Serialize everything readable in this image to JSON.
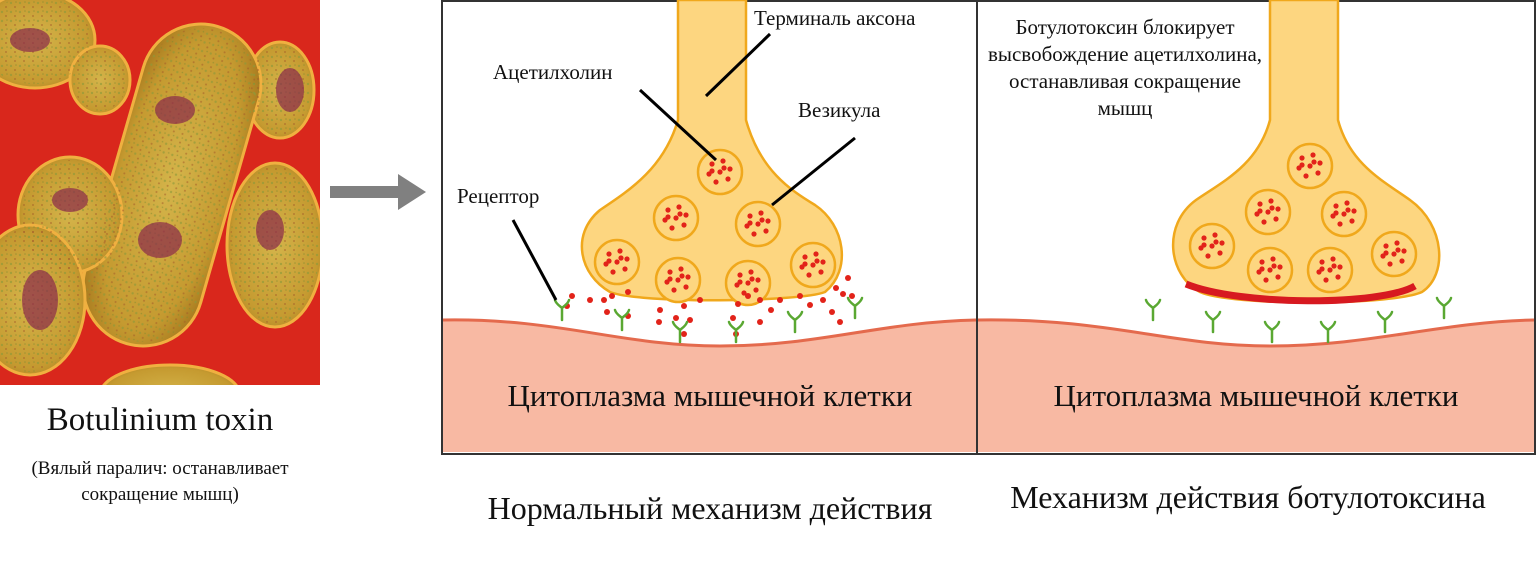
{
  "caption": {
    "title": "Botulinium toxin",
    "subtitle": "(Вялый паралич: останавливает сокращение мышц)"
  },
  "normal_panel": {
    "label_terminal": "Терминаль аксона",
    "label_acetylcholine": "Ацетилхолин",
    "label_vesicle": "Везикула",
    "label_receptor": "Рецептор",
    "cytoplasm": "Цитоплазма мышечной клетки",
    "caption": "Нормальный механизм действия"
  },
  "botox_panel": {
    "label_blocks": "Ботулотоксин блокирует высвобождение ацетилхолина, останавливая сокращение мышц",
    "cytoplasm": "Цитоплазма мышечной клетки",
    "caption": "Механизм действия ботулотоксина"
  },
  "colors": {
    "terminal_fill": "#fdd680",
    "terminal_stroke": "#f0a81c",
    "molecule": "#e2231a",
    "receptor": "#5aa832",
    "cytoplasm": "#f8b9a3",
    "membrane": "#e46a4d",
    "toxin_band": "#d71920",
    "arrow": "#808080",
    "bacteria_bg": "#d9271c",
    "bacteria_cell": "#c8a33c"
  }
}
